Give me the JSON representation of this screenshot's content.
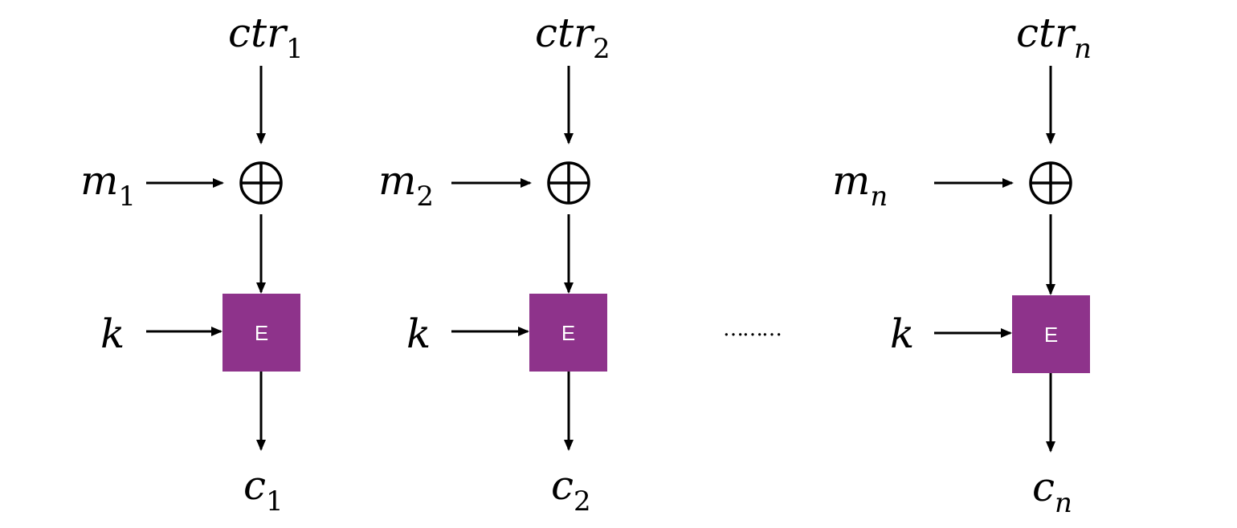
{
  "colors": {
    "block": "#8e338b",
    "block_text": "#ffffff",
    "line": "#000000"
  },
  "blocks": [
    {
      "ctr": {
        "base": "ctr",
        "sub": "1"
      },
      "m": {
        "base": "m",
        "sub": "1"
      },
      "k": "k",
      "box_label": "E",
      "c": {
        "base": "c",
        "sub": "1"
      }
    },
    {
      "ctr": {
        "base": "ctr",
        "sub": "2"
      },
      "m": {
        "base": "m",
        "sub": "2"
      },
      "k": "k",
      "box_label": "E",
      "c": {
        "base": "c",
        "sub": "2"
      }
    },
    {
      "ctr": {
        "base": "ctr",
        "sub": "n"
      },
      "m": {
        "base": "m",
        "sub": "n"
      },
      "k": "k",
      "box_label": "E",
      "c": {
        "base": "c",
        "sub": "n"
      }
    }
  ],
  "ellipsis": "………",
  "xor_symbol": "xor"
}
